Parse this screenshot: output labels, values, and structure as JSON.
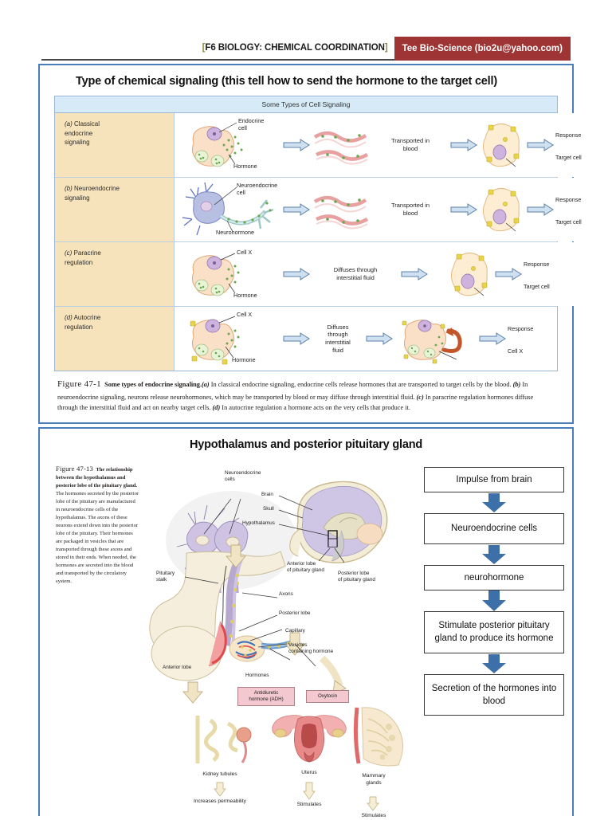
{
  "header": {
    "bracket_open": "[",
    "title": "F6 BIOLOGY: CHEMICAL COORDINATION",
    "bracket_close": "]",
    "credit": "Tee Bio-Science (bio2u@yahoo.com)",
    "credit_bg": "#9e3434",
    "bracket_color": "#8a8a3c"
  },
  "panel1": {
    "title": "Type of chemical signaling (this tell how to send the hormone to the target cell)",
    "table_header": "Some Types of Cell Signaling",
    "border_color": "#4a7ebb",
    "label_bg": "#f7e3bb",
    "header_bg": "#d6eaf7",
    "rows": [
      {
        "tag": "(a)",
        "label": "Classical\nendocrine\nsignaling",
        "source_label": "Endocrine\ncell",
        "hormone_label": "Hormone",
        "mid_text": "Transported in\nblood",
        "response_label": "Response",
        "target_label": "Target cell"
      },
      {
        "tag": "(b)",
        "label": "Neuroendocrine\nsignaling",
        "source_label": "Neuroendocrine\ncell",
        "hormone_label": "Neurohormone",
        "mid_text": "Transported in\nblood",
        "response_label": "Response",
        "target_label": "Target cell"
      },
      {
        "tag": "(c)",
        "label": "Paracrine\nregulation",
        "source_label": "Cell X",
        "hormone_label": "Hormone",
        "mid_text": "Diffuses through\ninterstitial fluid",
        "response_label": "Response",
        "target_label": "Target cell"
      },
      {
        "tag": "(d)",
        "label": "Autocrine\nregulation",
        "source_label": "Cell X",
        "hormone_label": "Hormone",
        "mid_text": "Diffuses\nthrough\ninterstitial\nfluid",
        "response_label": "Response",
        "target_label": "Cell X"
      }
    ],
    "caption": {
      "fignum": "Figure 47-1",
      "bold_lead": "Some types of endocrine signaling.",
      "body_a_tag": "(a)",
      "body_a": " In classical endocrine signaling, endocrine cells release hormones that are transported to target cells by the blood. ",
      "body_b_tag": "(b)",
      "body_b": " In neuroendocrine signaling, neurons release neurohormones, which may be transported by blood or may diffuse through interstitial fluid. ",
      "body_c_tag": "(c)",
      "body_c": " In paracrine regulation hormones diffuse through the interstitial fluid and act on nearby target cells. ",
      "body_d_tag": "(d)",
      "body_d": " In autocrine regulation a hormone acts on the very cells that produce it."
    }
  },
  "panel2": {
    "title": "Hypothalamus and posterior pituitary gland",
    "side_caption": {
      "fignum": "Figure 47-13",
      "bold_lead": "The relationship between the hypothalamus and posterior lobe of the pituitary gland.",
      "body": " The hormones secreted by the posterior lobe of the pituitary are manufactured in neuroendocrine cells of the hypothalamus. The axons of these neurons extend down into the posterior lobe of the pituitary. Their hormones are packaged in vesicles that are transported through these axons and stored in their ends. When needed, the hormones are secreted into the blood and transported by the circulatory system."
    },
    "diagram_labels": {
      "neuroendocrine_cells": "Neuroendocrine\ncells",
      "brain": "Brain",
      "skull": "Skull",
      "hypothalamus": "Hypothalamus",
      "anterior_lobe_inset": "Anterior lobe\nof pituitary gland",
      "posterior_lobe_inset": "Posterior lobe\nof pituitary gland",
      "pituitary_stalk": "Pituitary\nstalk",
      "axons": "Axons",
      "posterior_lobe": "Posterior lobe",
      "capillary": "Capillary",
      "vesicles": "Vesicles\ncontaining hormone",
      "anterior_lobe": "Anterior lobe",
      "hormones": "Hormones",
      "adh_box": "Antidiuretic\nhormone (ADH)",
      "oxytocin_box": "Oxytocin",
      "kidney_tubules": "Kidney tubules",
      "increases_permeability": "Increases permeability",
      "uterus": "Uterus",
      "uterus_effect": "Stimulates",
      "mammary_glands": "Mammary\nglands",
      "mammary_effect": "Stimulates"
    },
    "flowchart": {
      "arrow_color": "#3d6fa8",
      "steps": [
        "Impulse from brain",
        "Neuroendocrine cells",
        "neurohormone",
        "Stimulate posterior pituitary gland to produce its hormone",
        "Secretion of the hormones into blood"
      ]
    }
  }
}
